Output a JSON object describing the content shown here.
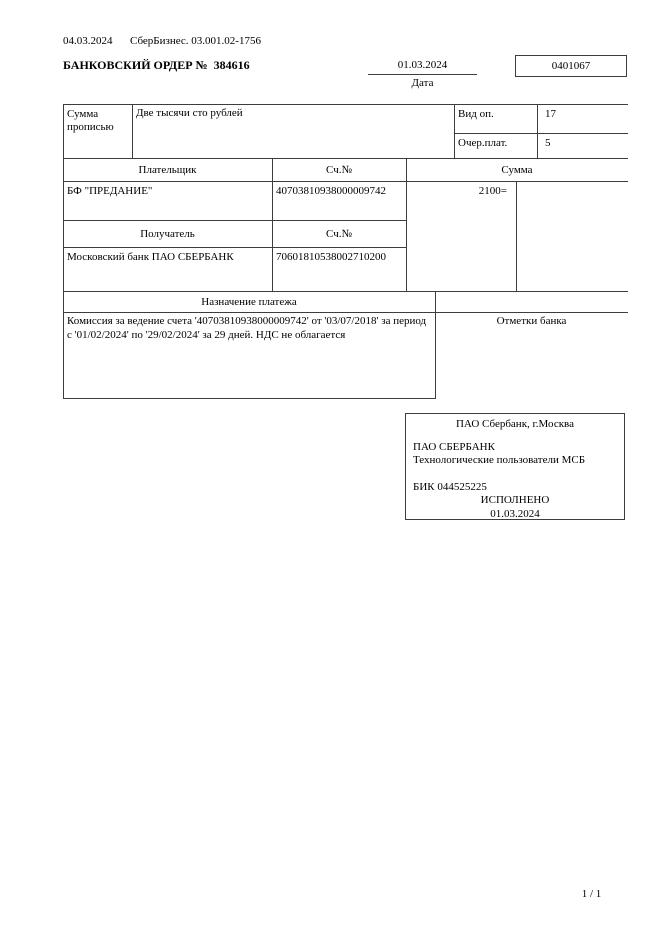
{
  "meta": {
    "print_date": "04.03.2024",
    "print_source": "СберБизнес. 03.001.02-1756",
    "page_number": "1 / 1"
  },
  "header": {
    "title": "БАНКОВСКИЙ ОРДЕР №  384616",
    "doc_date": "01.03.2024",
    "doc_date_label": "Дата",
    "form_code": "0401067"
  },
  "amount_section": {
    "amount_words_label": "Сумма прописью",
    "amount_words": "Две тысячи сто рублей",
    "op_type_label": "Вид оп.",
    "op_type_value": "17",
    "priority_label": "Очер.плат.",
    "priority_value": "5"
  },
  "payer_section": {
    "payer_label": "Плательщик",
    "account_label": "Сч.№",
    "amount_label": "Сумма",
    "payer_name": "БФ \"ПРЕДАНИЕ\"",
    "payer_account": "40703810938000009742",
    "amount_value": "2100="
  },
  "payee_section": {
    "payee_label": "Получатель",
    "account_label": "Сч.№",
    "payee_name": "Московский банк ПАО СБЕРБАНК",
    "payee_account": "70601810538002710200"
  },
  "purpose_section": {
    "purpose_label": "Назначение платежа",
    "purpose_text": "Комиссия за ведение счета '40703810938000009742' от '03/07/2018' за период с '01/02/2024' по '29/02/2024' за 29 дней. НДС не облагается",
    "bank_marks_label": "Отметки банка"
  },
  "stamp": {
    "bank_city": "ПАО Сбербанк, г.Москва",
    "bank_name": "ПАО СБЕРБАНК",
    "bank_unit": "Технологические пользователи МСБ",
    "bik": "БИК 044525225",
    "status": "ИСПОЛНЕНО",
    "status_date": "01.03.2024"
  }
}
